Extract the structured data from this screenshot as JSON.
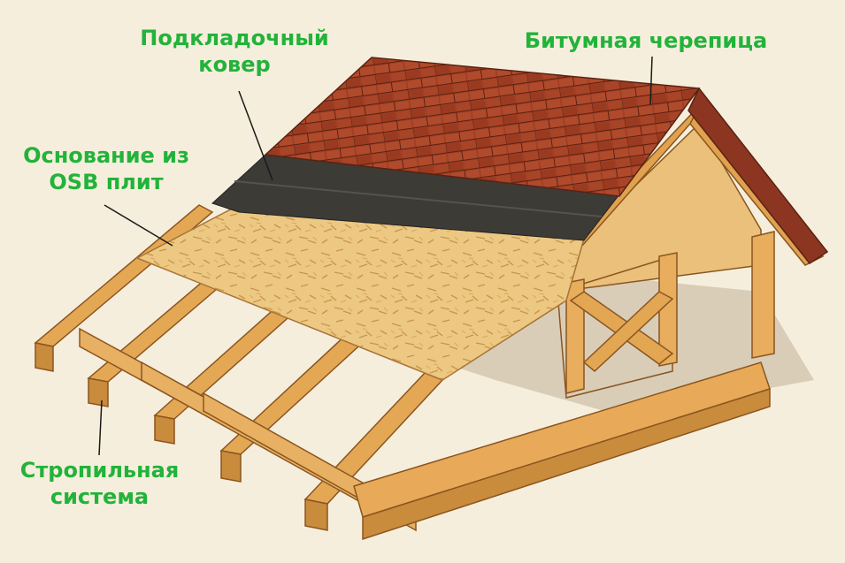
{
  "labels": {
    "underlay": {
      "line1": "Подкладочный",
      "line2": "ковер"
    },
    "shingles": {
      "line1": "Битумная черепица"
    },
    "osb": {
      "line1": "Основание из",
      "line2": "OSB плит"
    },
    "rafters": {
      "line1": "Стропильная",
      "line2": "система"
    }
  },
  "colors": {
    "background": "#f6eedc",
    "label_text": "#22b33a",
    "leader_line": "#1a1a1a",
    "shingle": "#9a3a22",
    "underlay": "#3b3a35",
    "osb": "#e9c27a",
    "timber": "#e3a653"
  }
}
